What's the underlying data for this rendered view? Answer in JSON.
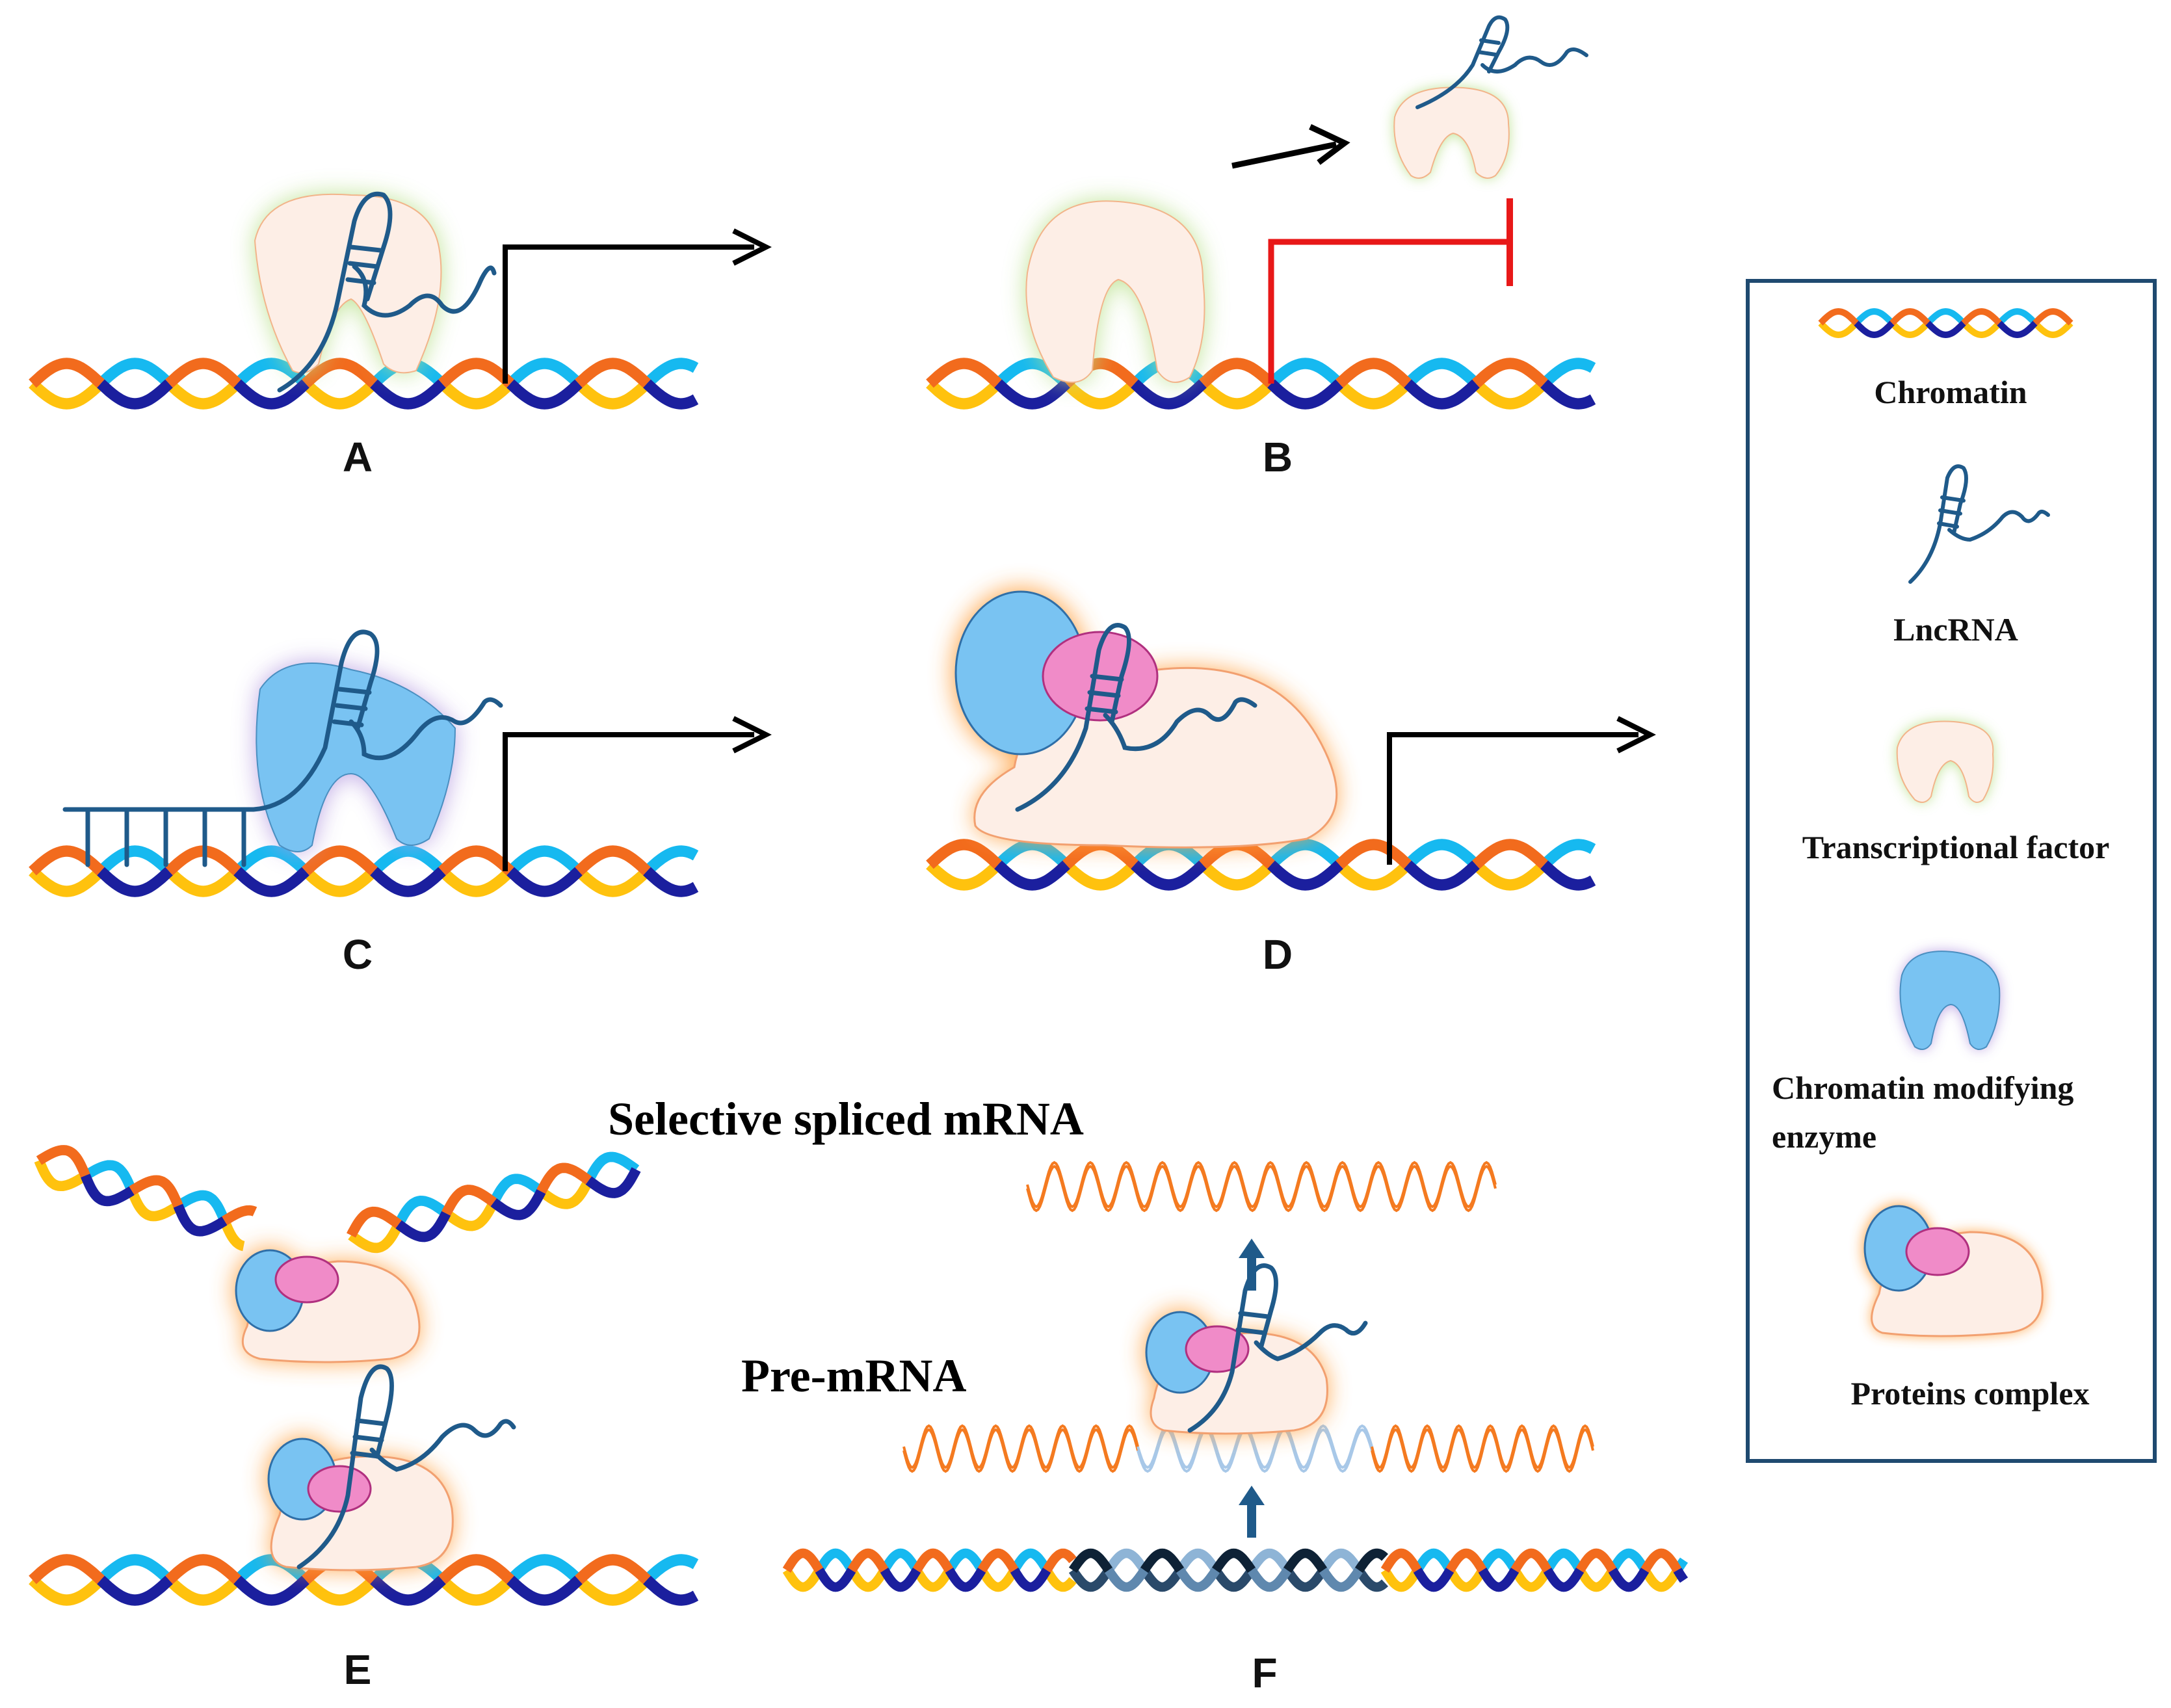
{
  "panels": {
    "a": {
      "label": "A"
    },
    "b": {
      "label": "B"
    },
    "c": {
      "label": "C"
    },
    "d": {
      "label": "D"
    },
    "e": {
      "label": "E"
    },
    "f": {
      "label": "F"
    }
  },
  "annotations": {
    "selective_spliced": "Selective spliced mRNA",
    "pre_mrna": "Pre-mRNA"
  },
  "legend": {
    "chromatin": "Chromatin",
    "lncrna": "LncRNA",
    "transcription_factor": "Transcriptional factor",
    "chromatin_modifying_line1": "Chromatin modifying",
    "chromatin_modifying_line2": "enzyme",
    "proteins_complex": "Proteins complex"
  },
  "colors": {
    "helix_yellow": "#FFC20E",
    "helix_orange": "#F26B1D",
    "helix_navy": "#1B1F9E",
    "helix_cyan": "#16B9F0",
    "rna": "#1F5A8A",
    "protein_fill": "#FDEEE6",
    "tf_glow": "#B8E08A",
    "enzyme_fill": "#79C3F2",
    "enzyme_glow": "#B59BE0",
    "complex_glow": "#FFA040",
    "pink": "#F08BC8",
    "activate_arrow": "#000000",
    "repress": "#E81818",
    "mrna": "#F47A20",
    "up_arrow": "#1F5A8A",
    "legend_border": "#1F4A70"
  }
}
